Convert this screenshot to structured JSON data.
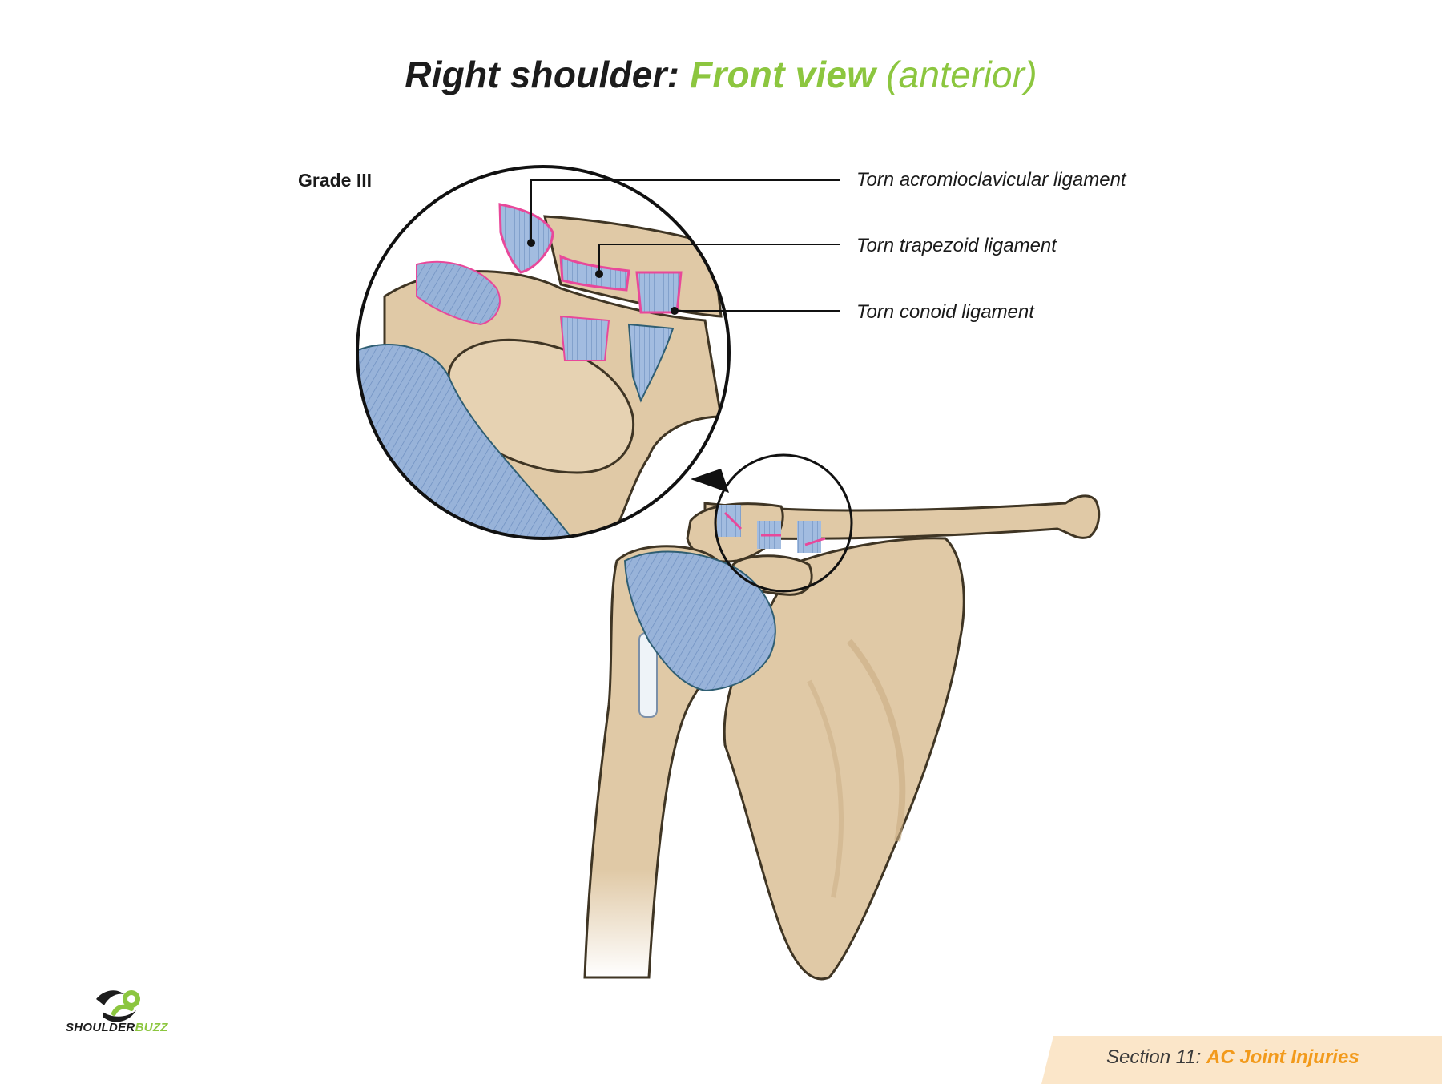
{
  "title": {
    "part1": "Right shoulder",
    "sep": ": ",
    "part2": "Front view",
    "part3": "(anterior)"
  },
  "inset": {
    "grade": "Grade III"
  },
  "callouts": [
    "Torn acromioclavicular ligament",
    "Torn trapezoid ligament",
    "Torn conoid ligament"
  ],
  "logo": {
    "word1": "SHOULDER",
    "word2": "BUZZ",
    "icon": "shoulderbuzz-logo"
  },
  "footer": {
    "section": "Section 11:",
    "topic": "AC Joint Injuries"
  },
  "colors": {
    "bone": "#e0c9a6",
    "bone_outline": "#3f3524",
    "ligament": "#98b3d9",
    "tear": "#e8489a",
    "accent_green": "#8cc63f",
    "accent_orange": "#f29a1b",
    "footer_band": "#fbe6c9"
  }
}
